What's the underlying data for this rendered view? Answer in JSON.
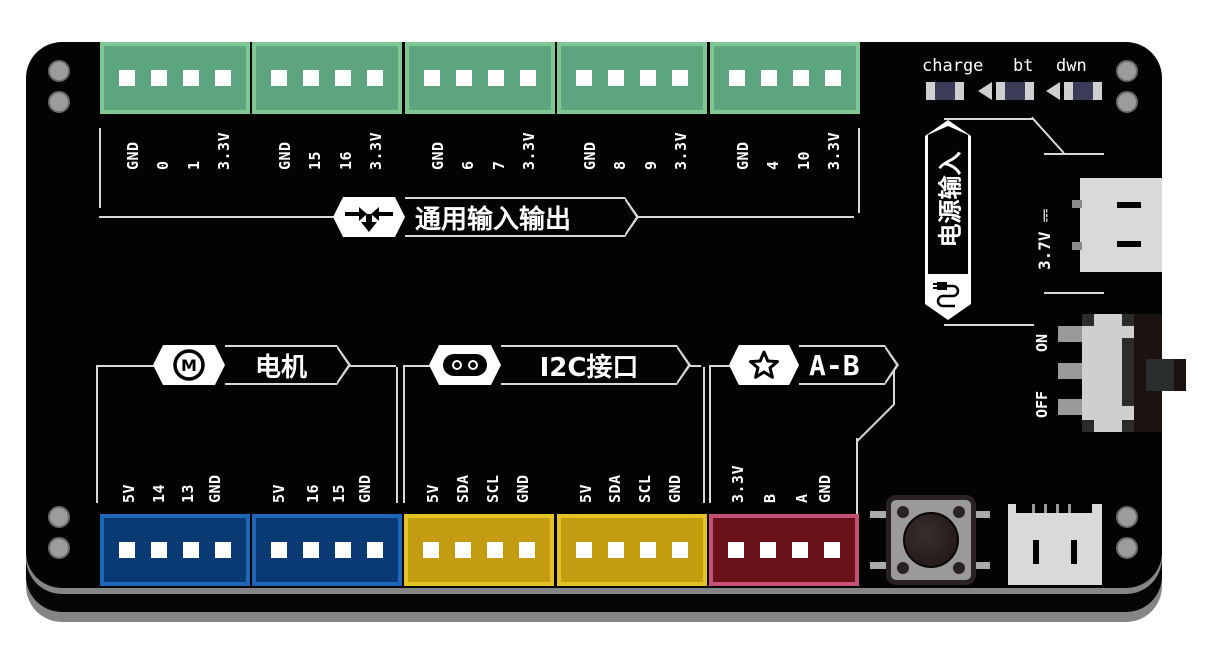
{
  "board": {
    "colors": {
      "pcb": "#030303",
      "edge": "#858585",
      "gpio_connector": "#5ca57e",
      "motor_connector": "#0a3a74",
      "i2c_connector": "#c49c10",
      "ab_connector": "#6a121a",
      "led_body": "#3a3c58"
    }
  },
  "gpio": {
    "section_label": "通用输入输出",
    "icon": "io-arrows-icon",
    "connectors": [
      {
        "pins": [
          "GND",
          "0",
          "1",
          "3.3V"
        ]
      },
      {
        "pins": [
          "GND",
          "15",
          "16",
          "3.3V"
        ]
      },
      {
        "pins": [
          "GND",
          "6",
          "7",
          "3.3V"
        ]
      },
      {
        "pins": [
          "GND",
          "8",
          "9",
          "3.3V"
        ]
      },
      {
        "pins": [
          "GND",
          "4",
          "10",
          "3.3V"
        ]
      }
    ]
  },
  "motor": {
    "section_label": "电机",
    "icon_letter": "M",
    "icon": "motor-icon",
    "connectors": [
      {
        "pins": [
          "5V",
          "14",
          "13",
          "GND"
        ]
      },
      {
        "pins": [
          "5V",
          "16",
          "15",
          "GND"
        ]
      }
    ]
  },
  "i2c": {
    "section_label": "I2C接口",
    "icon": "i2c-icon",
    "connectors": [
      {
        "pins": [
          "5V",
          "SDA",
          "SCL",
          "GND"
        ]
      },
      {
        "pins": [
          "5V",
          "SDA",
          "SCL",
          "GND"
        ]
      }
    ]
  },
  "ab": {
    "section_label": "A-B",
    "icon": "star-icon",
    "connectors": [
      {
        "pins": [
          "3.3V",
          "B",
          "A",
          "GND"
        ]
      }
    ]
  },
  "leds": {
    "labels": [
      "charge",
      "bt",
      "dwn"
    ]
  },
  "power": {
    "section_label": "电源输入",
    "icon": "power-plug-icon",
    "voltage_label": "3.7V ⎓"
  },
  "switch": {
    "on_label": "ON",
    "off_label": "OFF"
  }
}
